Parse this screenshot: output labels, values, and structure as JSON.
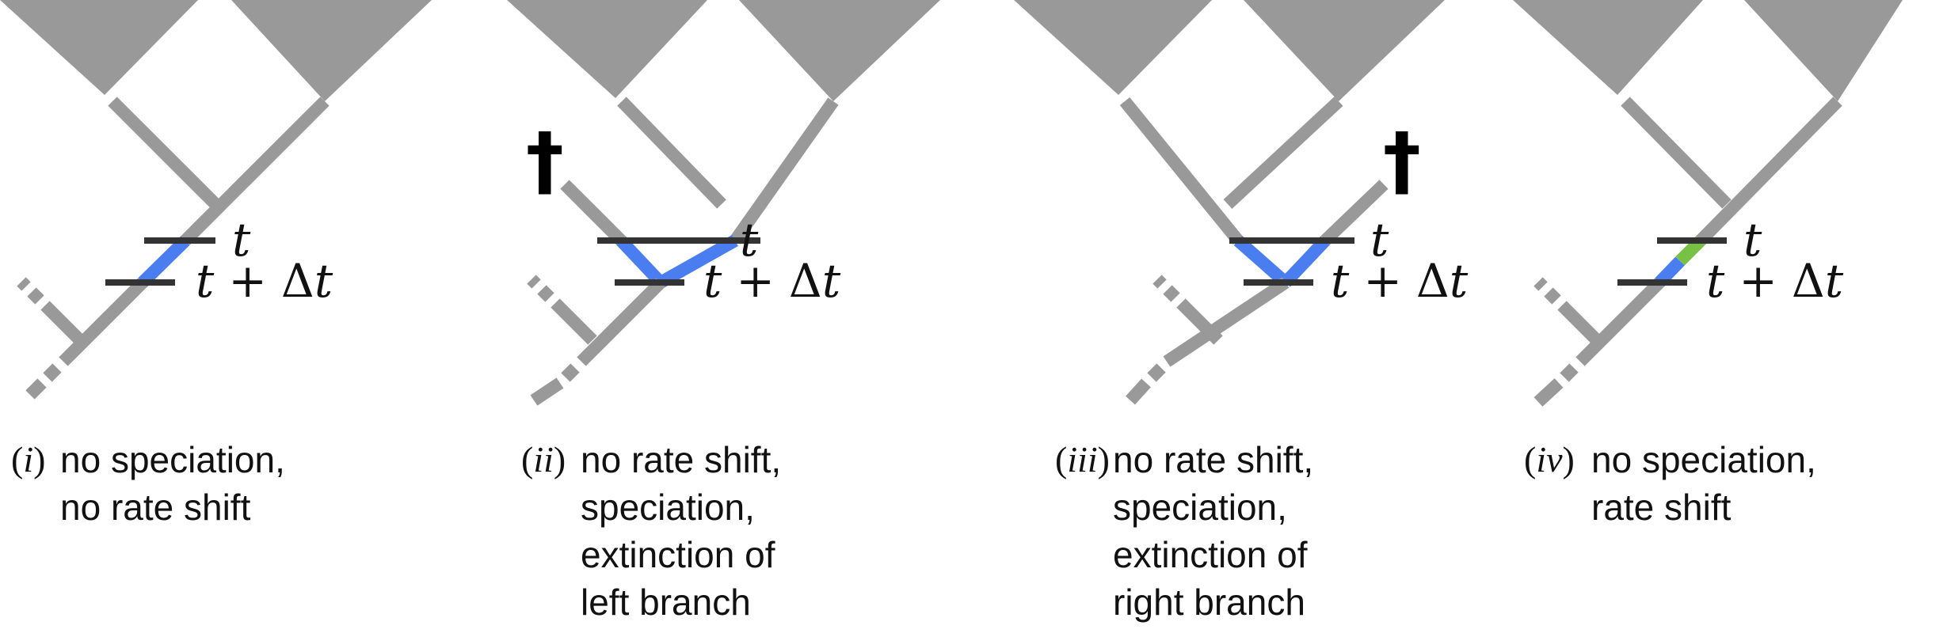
{
  "colors": {
    "branch": "#999999",
    "interval_line": "#333333",
    "regime_a": "#4a7ef0",
    "regime_b": "#77c244",
    "dagger": "#000000"
  },
  "labels": {
    "t": "t",
    "plus": "+",
    "delta": "Δ",
    "dagger": "†"
  },
  "panels": [
    {
      "numeral": "i",
      "caption_lines": [
        "no speciation,",
        "no rate shift"
      ]
    },
    {
      "numeral": "ii",
      "caption_lines": [
        "no rate shift,",
        "speciation,",
        "extinction of",
        "left branch"
      ]
    },
    {
      "numeral": "iii",
      "caption_lines": [
        "no rate shift,",
        "speciation,",
        "extinction of",
        "right branch"
      ]
    },
    {
      "numeral": "iv",
      "caption_lines": [
        "no speciation,",
        "rate shift"
      ]
    }
  ]
}
